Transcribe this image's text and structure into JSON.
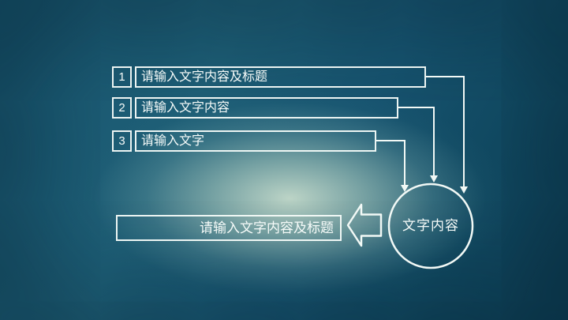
{
  "slide": {
    "steps": [
      {
        "number": "1",
        "placeholder": "请输入文字内容及标题"
      },
      {
        "number": "2",
        "placeholder": "请输入文字内容"
      },
      {
        "number": "3",
        "placeholder": "请输入文字"
      }
    ],
    "summary": {
      "placeholder": "请输入文字内容及标题"
    },
    "circle": {
      "label": "文字内容"
    },
    "colors": {
      "line": "#f2f9f6",
      "text": "#f6fbf9",
      "background_center": "#b9d3c6",
      "background_edge": "#0d3c52"
    }
  }
}
